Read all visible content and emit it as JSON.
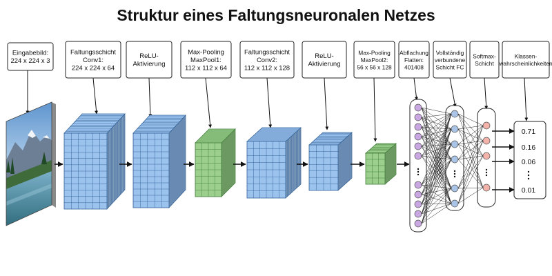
{
  "title": "Struktur eines Faltungsneuronalen Netzes",
  "layers": [
    {
      "id": "input",
      "lines": [
        "Eingabebild:",
        "224 x 224 x 3"
      ]
    },
    {
      "id": "conv1",
      "lines": [
        "Faltungsschicht",
        "Conv1:",
        "224 x 224 x 64"
      ]
    },
    {
      "id": "relu1",
      "lines": [
        "ReLU-",
        "Aktivierung"
      ]
    },
    {
      "id": "pool1",
      "lines": [
        "Max-Pooling",
        "MaxPool1:",
        "112 x 112 x 64"
      ]
    },
    {
      "id": "conv2",
      "lines": [
        "Faltungsschicht",
        "Conv2:",
        "112 x 112 x 128"
      ]
    },
    {
      "id": "relu2",
      "lines": [
        "ReLU-",
        "Aktivierung"
      ]
    },
    {
      "id": "pool2",
      "lines": [
        "Max-Pooling",
        "MaxPool2:",
        "56 x 56 x 128"
      ]
    },
    {
      "id": "flatten",
      "lines": [
        "Abflachung",
        "Flatten:",
        "401408"
      ]
    },
    {
      "id": "fc",
      "lines": [
        "Vollständig",
        "verbundene",
        "Schicht FC"
      ]
    },
    {
      "id": "softmax",
      "lines": [
        "Softmax-",
        "Schicht"
      ]
    },
    {
      "id": "output",
      "lines": [
        "Klassen-",
        "wahrscheinlichkeiten"
      ]
    }
  ],
  "probabilities": [
    "0.71",
    "0.16",
    "0.06",
    "0.01"
  ],
  "colors": {
    "conv": "#9cc3ee",
    "conv_edge": "#2f5f95",
    "pool": "#9ccf8e",
    "pool_edge": "#3d7a35",
    "flatten_node": "#c9a7e2",
    "fc_node": "#a9c4e6",
    "softmax_node": "#f3b3ab"
  }
}
